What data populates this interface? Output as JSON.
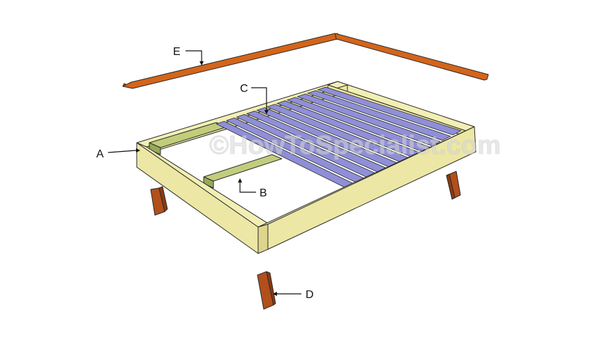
{
  "watermark": "©HowToSpecialist.com",
  "labels": {
    "frame": "A",
    "support": "B",
    "slats": "C",
    "legs": "D",
    "headboard_trim": "E"
  },
  "colors": {
    "frame_top": "#f2efb4",
    "frame_side": "#ece7a4",
    "frame_end": "#ddd58c",
    "support_top": "#c2cd7c",
    "support_side": "#98a85a",
    "slat": "#8f8fd8",
    "slat_gap": "#ffffff",
    "leg_front": "#b24f1a",
    "leg_side": "#8d3a12",
    "trim": "#d4651a",
    "trim_edge": "#b24e10"
  }
}
